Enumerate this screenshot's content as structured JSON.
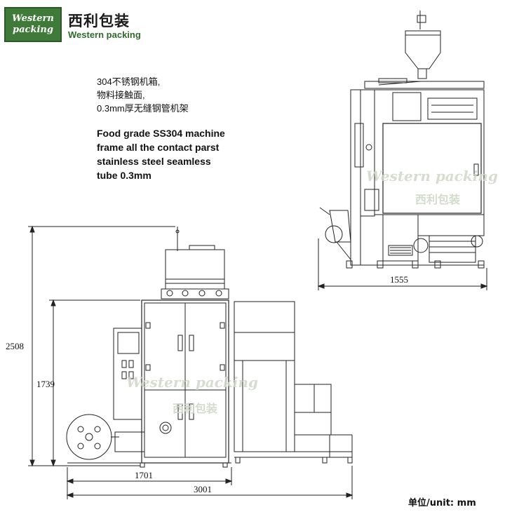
{
  "logo": {
    "badge_line1": "Western",
    "badge_line2": "packing",
    "name_cn": "西利包装",
    "name_en": "Western packing",
    "badge_color": "#3f7a3a"
  },
  "spec_text": {
    "cn_lines": [
      "304不锈钢机箱,",
      "物料接触面,",
      "0.3mm厚无缝钢管机架"
    ],
    "en_lines": [
      "Food grade SS304 machine",
      "frame all the contact parst",
      "stainless steel seamless",
      "tube 0.3mm"
    ]
  },
  "dimensions": {
    "side_width": "1555",
    "total_height": "2508",
    "frame_height": "1739",
    "body_width": "1701",
    "total_width": "3001"
  },
  "watermark": {
    "en": "Western packing",
    "cn": "西利包装"
  },
  "unit_label": "单位/unit: mm"
}
